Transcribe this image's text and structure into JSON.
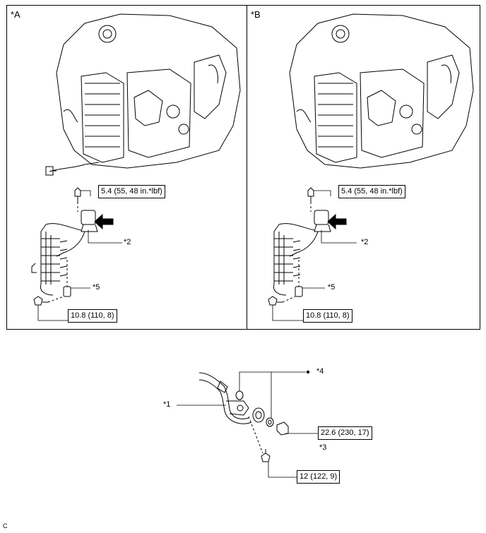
{
  "panels": [
    {
      "label": "*A",
      "torque_upper": "5.4 (55, 48 in.*lbf)",
      "torque_lower": "10.8 (110, 8)",
      "callout_2": "*2",
      "callout_5": "*5"
    },
    {
      "label": "*B",
      "torque_upper": "5.4 (55, 48 in.*lbf)",
      "torque_lower": "10.8 (110, 8)",
      "callout_2": "*2",
      "callout_5": "*5"
    }
  ],
  "lower_assembly": {
    "callout_1": "*1",
    "callout_3": "*3",
    "callout_4": "*4",
    "torque_union_bolt": "22.6 (230, 17)",
    "torque_bolt": "12 (122, 9)"
  },
  "footer_code": "C"
}
